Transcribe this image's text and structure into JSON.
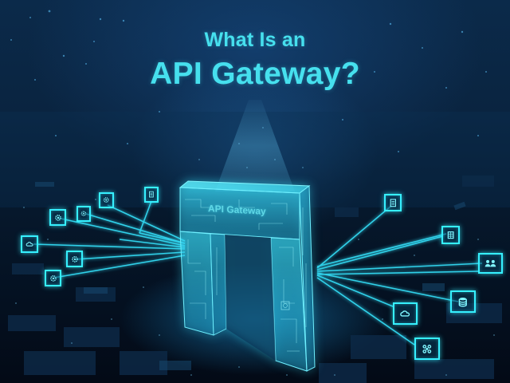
{
  "title": {
    "line1": "What Is an",
    "line2": "API Gateway?"
  },
  "gateway": {
    "label": "API Gateway"
  },
  "colors": {
    "accent": "#46e0ee",
    "glow": "#36f0ff",
    "background_top": "#0b2a4a",
    "background_bottom": "#030a16"
  },
  "left_nodes": [
    {
      "icon": "document-icon"
    },
    {
      "icon": "gear-icon"
    },
    {
      "icon": "gear-icon"
    },
    {
      "icon": "gear-icon"
    },
    {
      "icon": "cloud-icon"
    },
    {
      "icon": "gear-icon"
    },
    {
      "icon": "gear-icon"
    }
  ],
  "right_nodes": [
    {
      "icon": "document-icon"
    },
    {
      "icon": "server-icon"
    },
    {
      "icon": "users-icon"
    },
    {
      "icon": "database-icon"
    },
    {
      "icon": "cloud-icon"
    },
    {
      "icon": "network-icon"
    }
  ]
}
